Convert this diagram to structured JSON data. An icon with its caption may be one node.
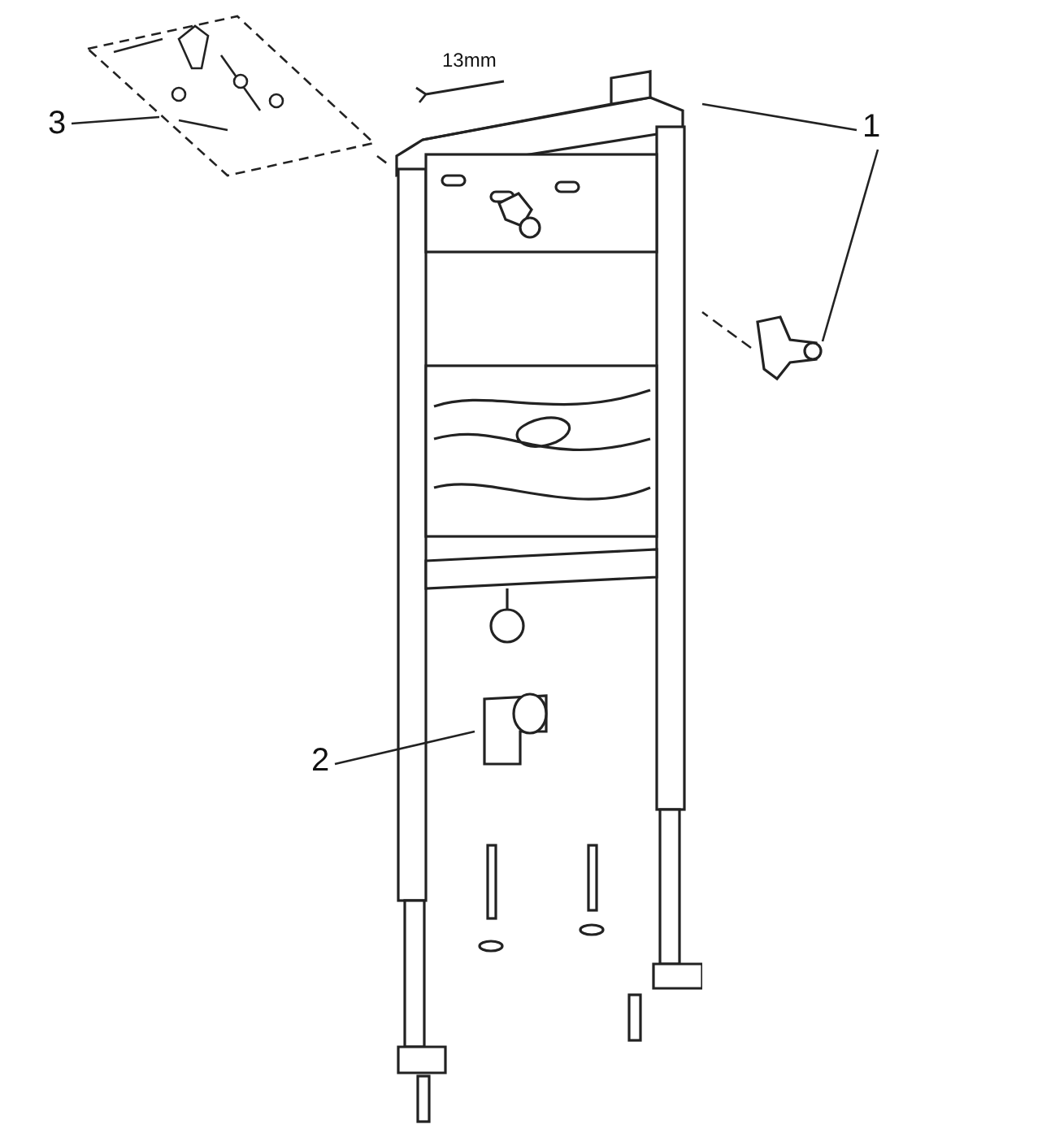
{
  "diagram": {
    "nodes": [
      {
        "text": [
          "1"
        ]
      },
      {
        "text": [],
        "shape": "picture"
      },
      {
        "text": [],
        "shape": "picture"
      },
      {
        "text": [
          "2"
        ]
      },
      {
        "text": [],
        "shape": "picture",
        "in": 1
      },
      {
        "text": [
          "3"
        ]
      },
      {
        "text": [],
        "shape": "box"
      }
    ],
    "edges": [
      {
        "from": 0,
        "to": 1,
        "arrow": "none"
      },
      {
        "from": 0,
        "to": 2,
        "arrow": "none"
      },
      {
        "from": 3,
        "to": 4,
        "arrow": "none"
      },
      {
        "from": 5,
        "to": 6,
        "arrow": "none"
      },
      {
        "from": 6,
        "to": 1,
        "arrow": "none",
        "style": "dashed"
      },
      {
        "from": 2,
        "to": 1,
        "arrow": "none",
        "style": "dashed"
      }
    ],
    "labels": [
      "13mm"
    ]
  }
}
